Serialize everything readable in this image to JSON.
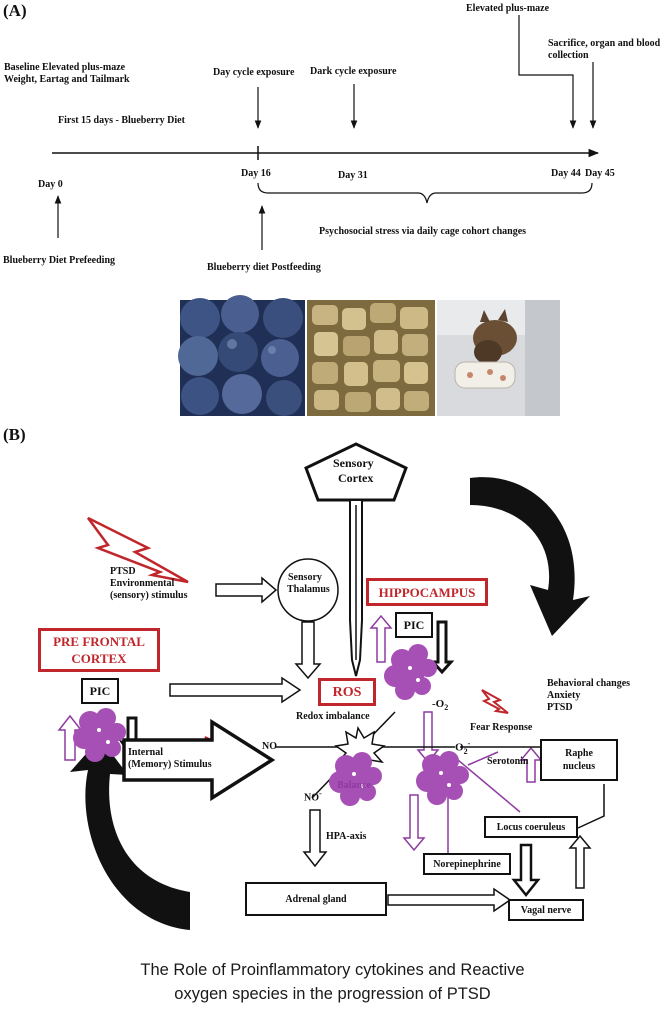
{
  "panel_a": {
    "label": "(A)",
    "timeline": {
      "baseline": "Baseline Elevated plus-maze",
      "weight": "Weight, Eartag and Tailmark",
      "first15": "First 15 days - Blueberry Diet",
      "day_cycle": "Day cycle exposure",
      "dark_cycle": "Dark cycle exposure",
      "elevated_plus_maze": "Elevated plus-maze",
      "sacrifice1": "Sacrifice, organ and blood",
      "sacrifice2": "collection",
      "day0": "Day 0",
      "day16": "Day 16",
      "day31": "Day 31",
      "day44": "Day 44",
      "day45": "Day 45",
      "prefeeding": "Blueberry Diet Prefeeding",
      "postfeeding": "Blueberry diet Postfeeding",
      "stress": "Psychosocial stress via daily cage cohort changes"
    },
    "photos": [
      "blueberries-photo",
      "chow-pellets-photo",
      "rat-feeding-photo"
    ]
  },
  "panel_b": {
    "label": "(B)",
    "sensory_cortex_1": "Sensory",
    "sensory_cortex_2": "Cortex",
    "ptsd": "PTSD",
    "environmental": "Environmental",
    "sensory_stimulus": "(sensory) stimulus",
    "sensory_thalamus_1": "Sensory",
    "sensory_thalamus_2": "Thalamus",
    "hippocampus": "HIPPOCAMPUS",
    "pfc_1": "PRE FRONTAL",
    "pfc_2": "CORTEX",
    "pic": "PIC",
    "ros": "ROS",
    "redox": "Redox imbalance",
    "o2_minus": "-O",
    "o2_sub": "2",
    "behavioral": "Behavioral changes",
    "anxiety": "Anxiety",
    "ptsd2": "PTSD",
    "fear_response": "Fear Response",
    "no": "NO",
    "o2_right": "O",
    "o2_right_sub": "2",
    "o2_right_sup": "-",
    "no_minus": "NO",
    "no_minus_sup": "-",
    "balance": "Balance",
    "internal_1": "Internal",
    "internal_2": "(Memory) Stimulus",
    "serotonin": "Serotonin",
    "raphe_1": "Raphe",
    "raphe_2": "nucleus",
    "locus": "Locus coeruleus",
    "hpa": "HPA-axis",
    "norepinephrine": "Norepinephrine",
    "adrenal": "Adrenal gland",
    "vagal": "Vagal nerve"
  },
  "caption": {
    "line1": "The Role of Proinflammatory cytokines and Reactive",
    "line2": "oxygen species in the progression of PTSD"
  },
  "colors": {
    "red": "#c0262b",
    "purple": "#8e3aa0",
    "cell": "#a64fb5"
  }
}
